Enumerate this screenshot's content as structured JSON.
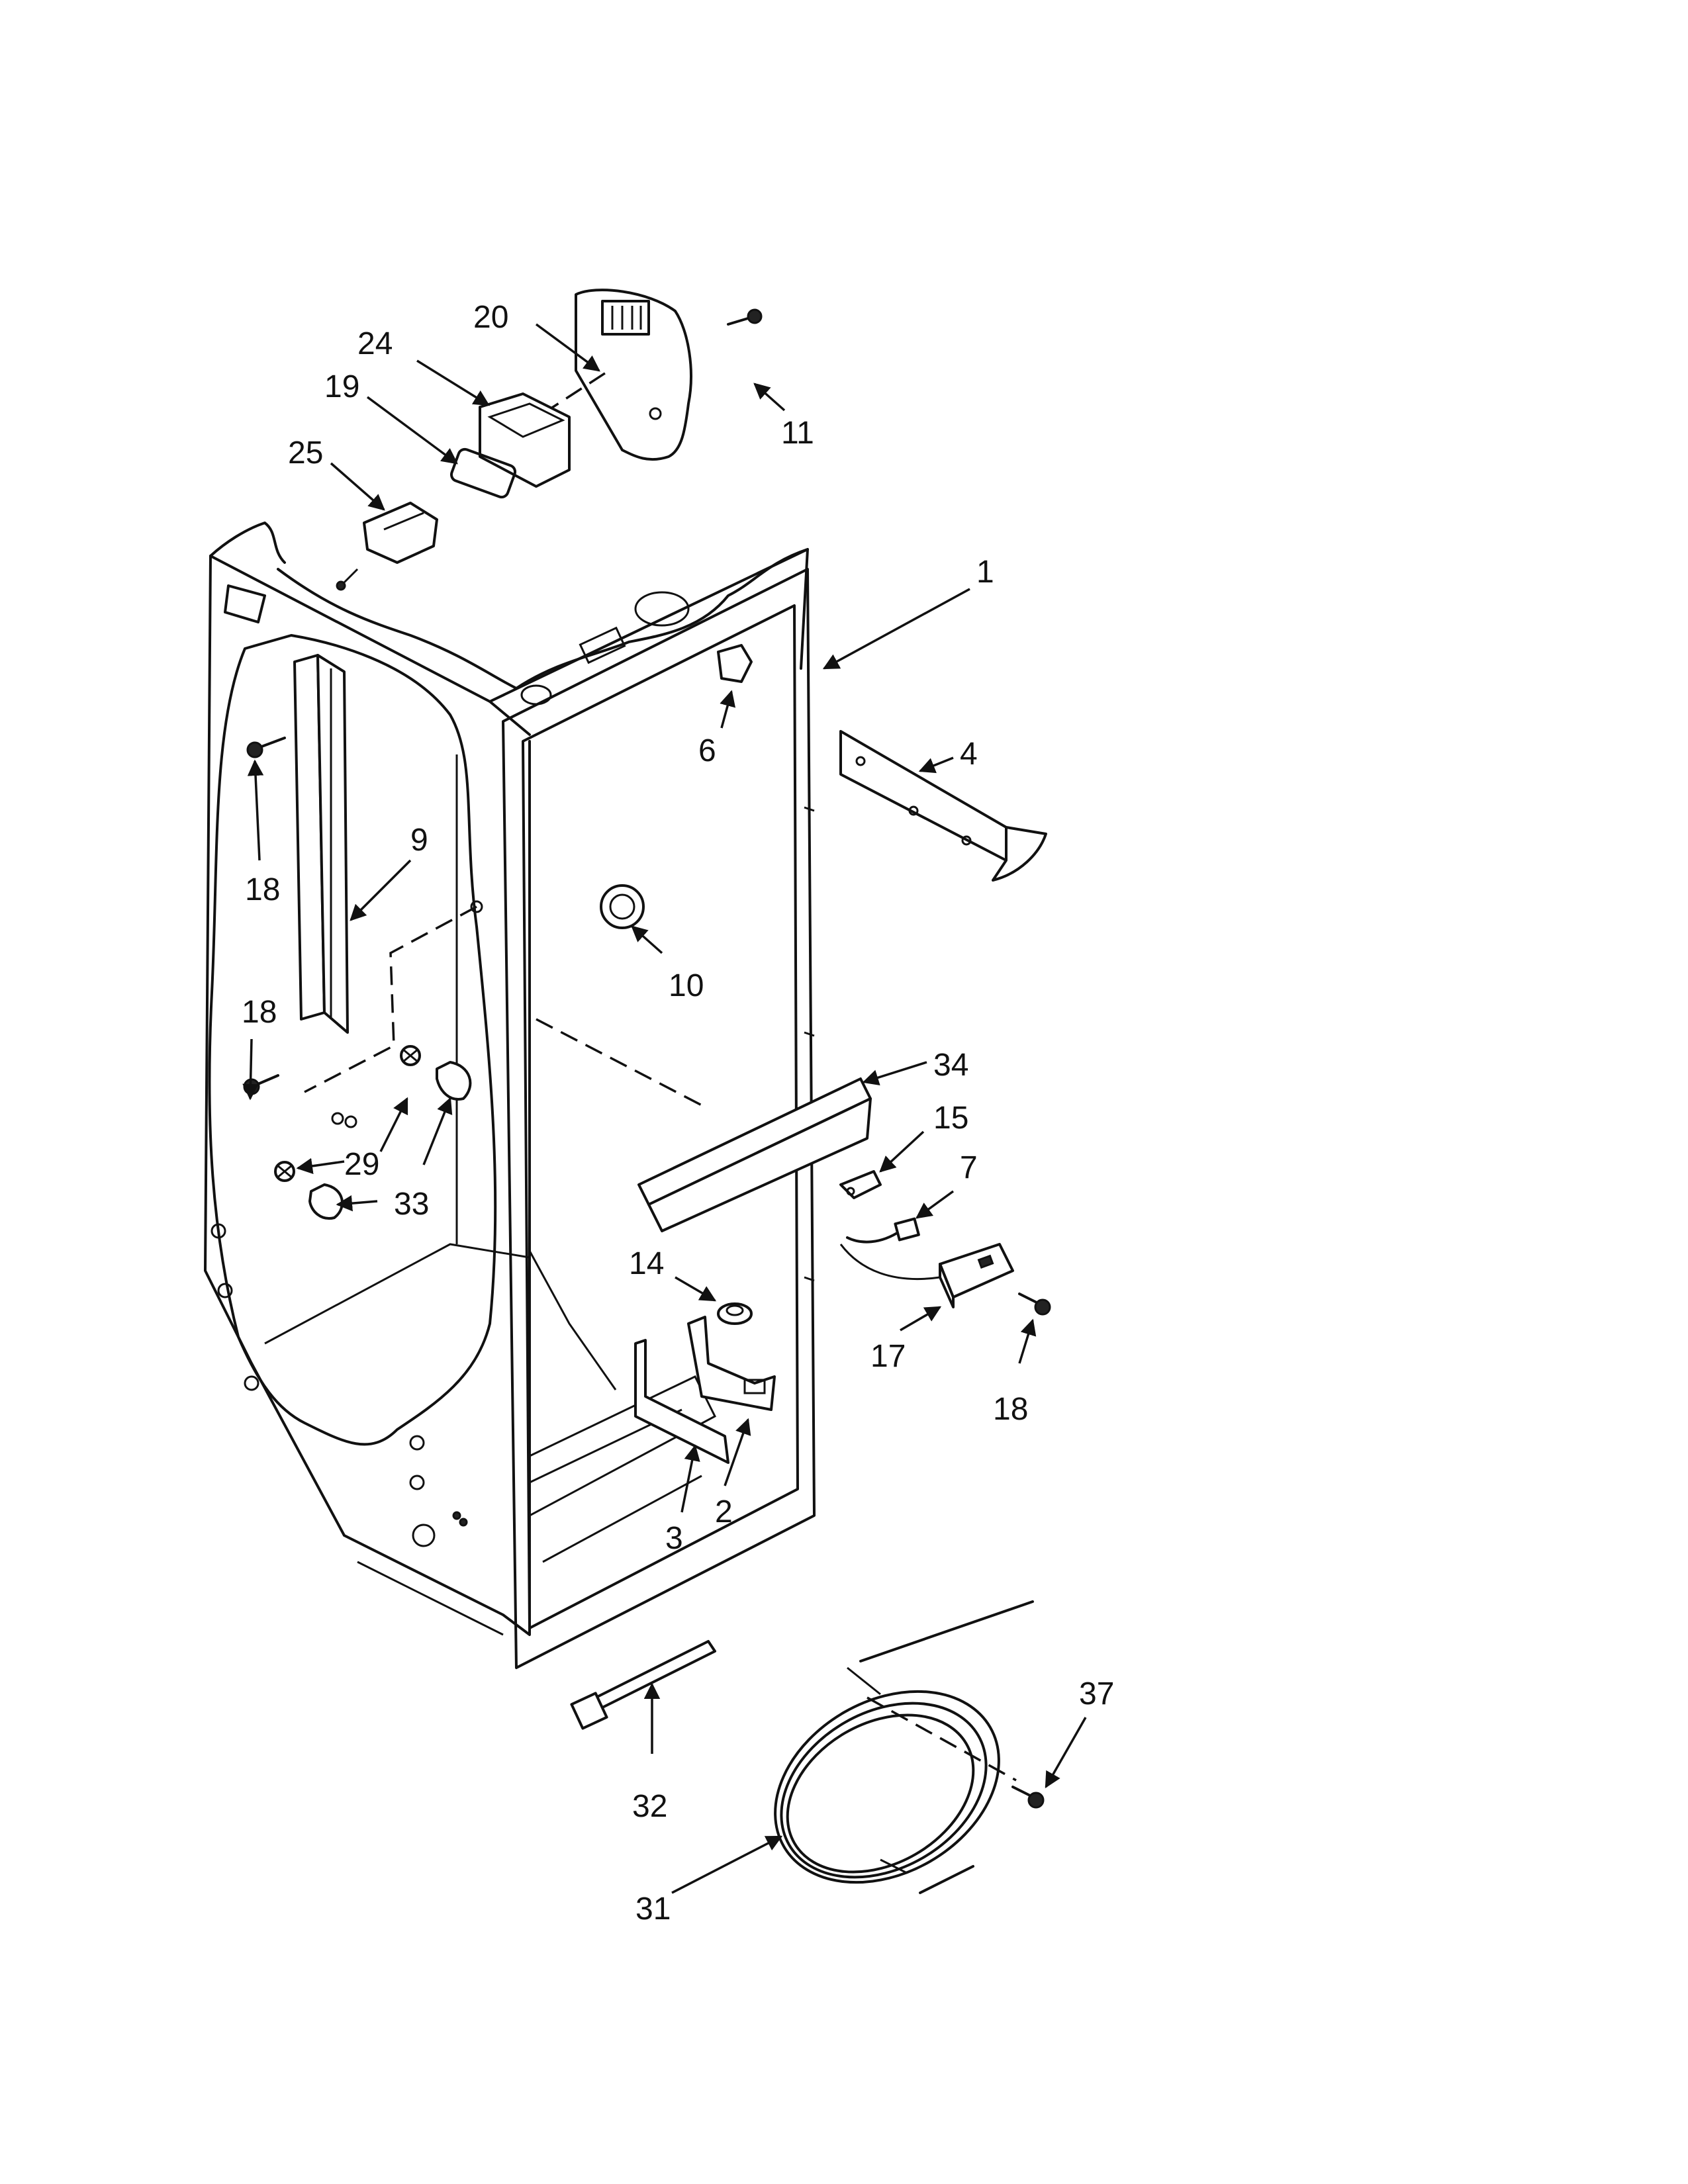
{
  "callouts": {
    "c1": "1",
    "c2": "2",
    "c3": "3",
    "c4": "4",
    "c6": "6",
    "c7": "7",
    "c9": "9",
    "c10": "10",
    "c11": "11",
    "c14": "14",
    "c15": "15",
    "c17": "17",
    "c18a": "18",
    "c18b": "18",
    "c18c": "18",
    "c19": "19",
    "c20": "20",
    "c24": "24",
    "c25": "25",
    "c29": "29",
    "c31": "31",
    "c32": "32",
    "c33": "33",
    "c34": "34",
    "c37": "37"
  }
}
